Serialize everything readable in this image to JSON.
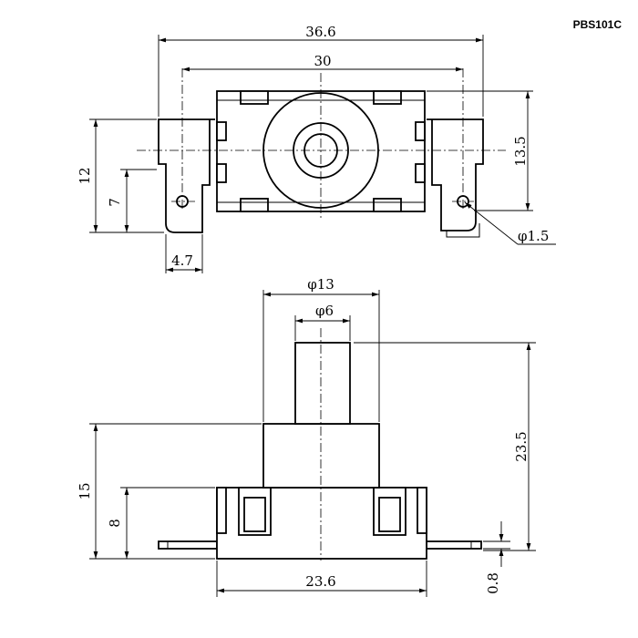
{
  "part_code": "PBS101C",
  "top_view": {
    "overall_width": "36.6",
    "hole_spacing": "30",
    "height_total": "12",
    "hole_height": "7",
    "body_height": "13.5",
    "tab_width": "4.7",
    "hole_diameter": "φ1.5"
  },
  "side_view": {
    "outer_diameter": "φ13",
    "shaft_diameter": "φ6",
    "total_height": "23.5",
    "upper_height": "15",
    "body_height": "8",
    "base_width": "23.6",
    "terminal_thickness": "0.8"
  }
}
